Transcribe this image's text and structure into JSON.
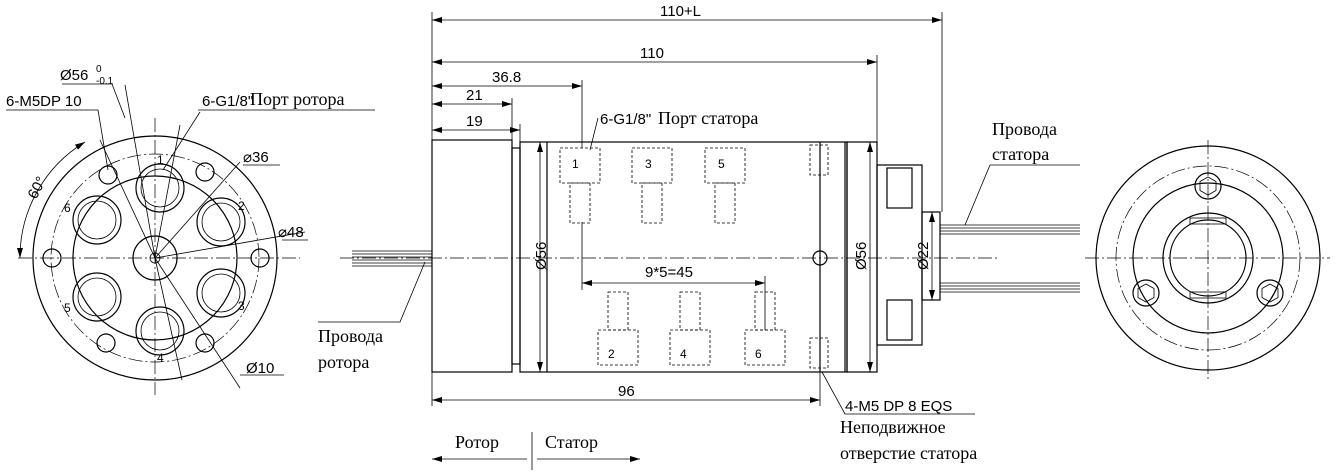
{
  "left_view": {
    "dim_outer_diameter": "Ø56",
    "dim_tolerance_upper": "0",
    "dim_tolerance_lower": "-0.1",
    "dim_mounting_holes": "6-M5DP 10",
    "dim_rotor_port": "6-G1/8\"",
    "rotor_port_label": "Порт ротора",
    "dim_angle": "60°",
    "dim_pcd_inner": "⌀36",
    "dim_pcd_outer": "⌀48",
    "dim_center": "Ø10",
    "port_numbers": [
      "1",
      "2",
      "3",
      "4",
      "5",
      "6"
    ]
  },
  "side_view": {
    "dim_total": "110+L",
    "dim_body": "110",
    "dim_36_8": "36.8",
    "dim_21": "21",
    "dim_19": "19",
    "dim_96": "96",
    "dim_pitch": "9*5=45",
    "dim_d56_left": "Ø56",
    "dim_d56_right": "Ø56",
    "dim_d22": "Ø22",
    "dim_stator_port": "6-G1/8\"",
    "stator_port_label": "Порт статора",
    "dim_fixing": "4-M5 DP 8 EQS",
    "fixing_label_1": "Неподвижное",
    "fixing_label_2": "отверстие статора",
    "rotor_wires_1": "Провода",
    "rotor_wires_2": "ротора",
    "stator_wires_1": "Провода",
    "stator_wires_2": "статора",
    "port_numbers_top": [
      "1",
      "3",
      "5"
    ],
    "port_numbers_bottom": [
      "2",
      "4",
      "6"
    ],
    "legend_rotor": "Ротор",
    "legend_stator": "Статор"
  }
}
